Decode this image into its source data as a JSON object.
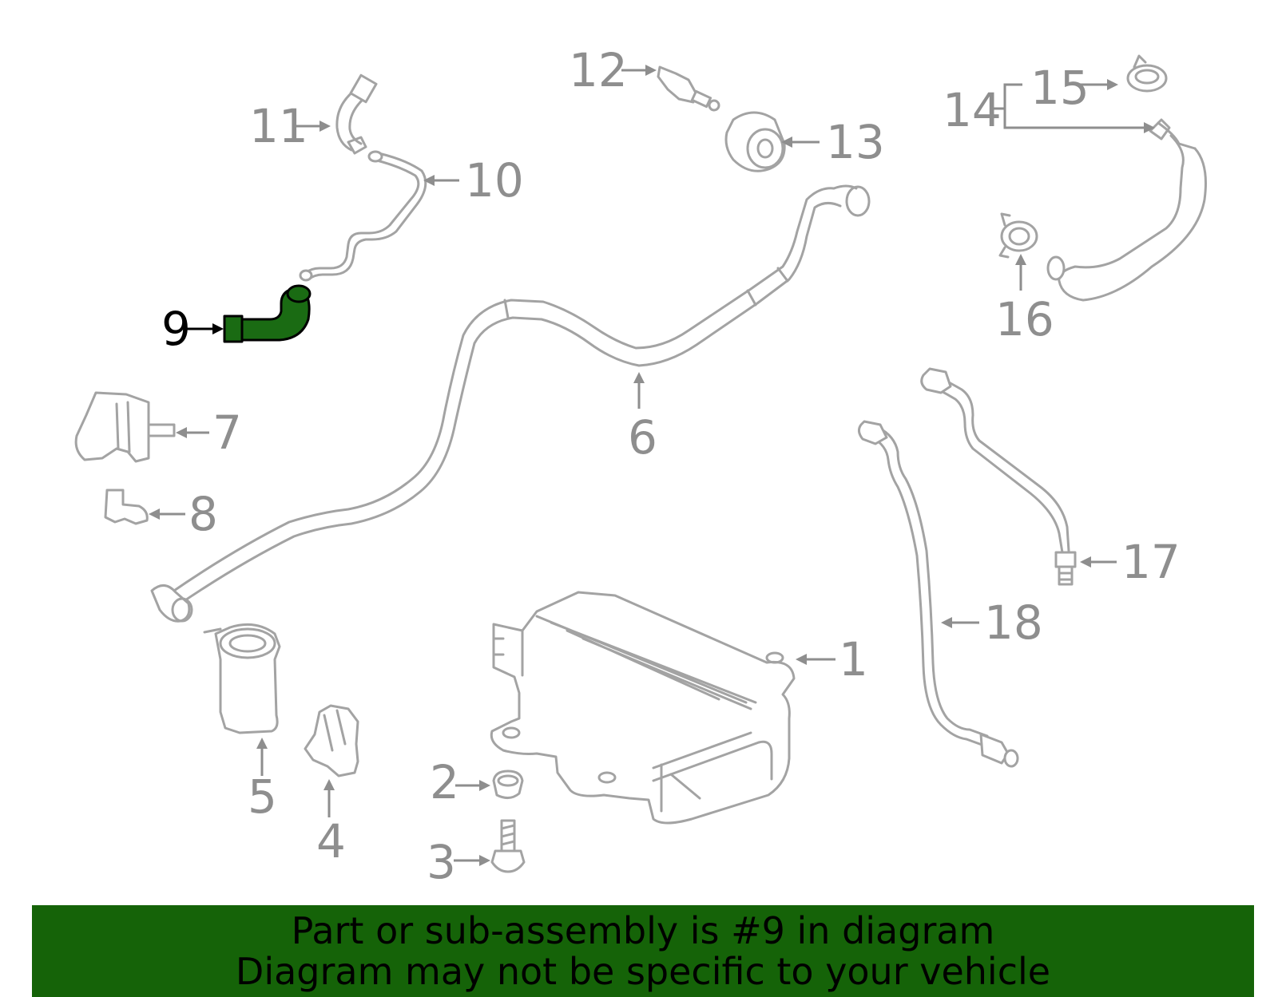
{
  "callouts": {
    "c1": "1",
    "c2": "2",
    "c3": "3",
    "c4": "4",
    "c5": "5",
    "c6": "6",
    "c7": "7",
    "c8": "8",
    "c9": "9",
    "c10": "10",
    "c11": "11",
    "c12": "12",
    "c13": "13",
    "c14": "14",
    "c15": "15",
    "c16": "16",
    "c17": "17",
    "c18": "18"
  },
  "highlight": {
    "part": "9",
    "color": "#1a6b13"
  },
  "banner": {
    "line1": "Part or sub-assembly is #9 in diagram",
    "line2": "Diagram may not be specific to your vehicle",
    "background": "#156308"
  }
}
